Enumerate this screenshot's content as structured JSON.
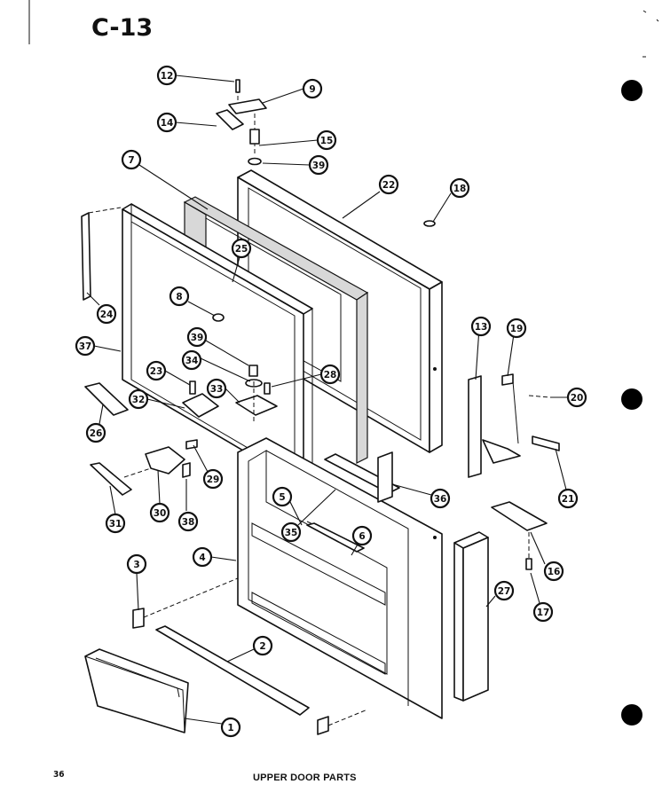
{
  "header": {
    "section_code": "C-13"
  },
  "footer": {
    "page_number": "36",
    "caption": "UPPER DOOR PARTS"
  },
  "diagram": {
    "callouts": [
      {
        "label": "12"
      },
      {
        "label": "9"
      },
      {
        "label": "14"
      },
      {
        "label": "15"
      },
      {
        "label": "39"
      },
      {
        "label": "7"
      },
      {
        "label": "22"
      },
      {
        "label": "18"
      },
      {
        "label": "25"
      },
      {
        "label": "24"
      },
      {
        "label": "8"
      },
      {
        "label": "37"
      },
      {
        "label": "39"
      },
      {
        "label": "34"
      },
      {
        "label": "23"
      },
      {
        "label": "28"
      },
      {
        "label": "33"
      },
      {
        "label": "32"
      },
      {
        "label": "26"
      },
      {
        "label": "29"
      },
      {
        "label": "31"
      },
      {
        "label": "30"
      },
      {
        "label": "38"
      },
      {
        "label": "13"
      },
      {
        "label": "19"
      },
      {
        "label": "20"
      },
      {
        "label": "21"
      },
      {
        "label": "36"
      },
      {
        "label": "35"
      },
      {
        "label": "5"
      },
      {
        "label": "6"
      },
      {
        "label": "4"
      },
      {
        "label": "3"
      },
      {
        "label": "2"
      },
      {
        "label": "27"
      },
      {
        "label": "16"
      },
      {
        "label": "17"
      },
      {
        "label": "1"
      }
    ],
    "punch_holes": 3
  }
}
